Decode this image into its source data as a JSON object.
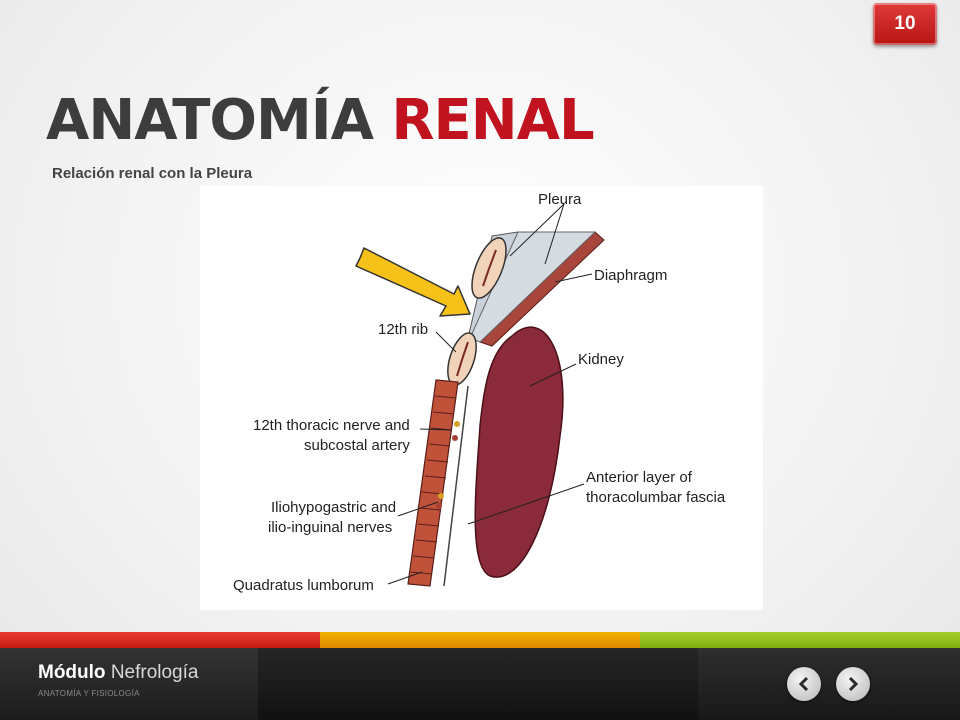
{
  "page_number": "10",
  "title": {
    "main": "ANATOMÍA",
    "accent": "RENAL"
  },
  "subtitle": "Relación renal con la Pleura",
  "figure": {
    "labels": {
      "pleura": "Pleura",
      "diaphragm": "Diaphragm",
      "rib12": "12th rib",
      "kidney": "Kidney",
      "nerve_line1": "12th thoracic nerve and",
      "nerve_line2": "subcostal artery",
      "fascia_line1": "Anterior layer of",
      "fascia_line2": "thoracolumbar fascia",
      "ilio_line1": "Iliohypogastric and",
      "ilio_line2": "ilio-inguinal nerves",
      "quadratus": "Quadratus lumborum"
    },
    "colors": {
      "kidney": "#8b2a3a",
      "muscle": "#c0523a",
      "arrow": "#f6c21a",
      "pleura": "#c9d2da"
    }
  },
  "footer": {
    "module_bold": "Módulo",
    "module_name": "Nefrología",
    "module_sub": "ANATOMÍA Y FISIOLOGÍA",
    "prev_icon": "chevron-left-icon",
    "next_icon": "chevron-right-icon"
  },
  "stripe_colors": [
    "#d6261c",
    "#eba000",
    "#94c21e"
  ]
}
